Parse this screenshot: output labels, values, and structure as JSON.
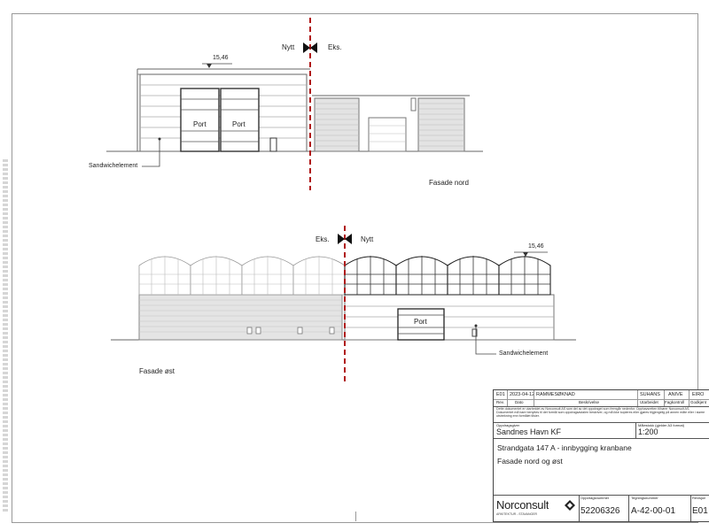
{
  "north": {
    "elevation": "15,46",
    "new_label": "Nytt",
    "existing_label": "Eks.",
    "port_labels": [
      "Port",
      "Port"
    ],
    "material_label": "Sandwichelement",
    "title": "Fasade nord"
  },
  "east": {
    "elevation": "15,46",
    "existing_label": "Eks.",
    "new_label": "Nytt",
    "port_label": "Port",
    "material_label": "Sandwichelement",
    "title": "Fasade øst"
  },
  "titleblock": {
    "rev_row": {
      "rev": "E01",
      "date": "2023-04-12",
      "description": "RAMMESØKNAD",
      "made_by": "SUHANS",
      "checked_by": "ANIVE",
      "approved_by": "EIRO"
    },
    "rev_headers": {
      "rev": "Rev.",
      "date": "Dato",
      "description": "Beskrivelse",
      "made_by": "Utarbeidet",
      "checked_by": "Fagkontroll",
      "approved_by": "Godkjent"
    },
    "disclaimer": "Dette dokumentet er utarbeidet av Norconsult AS som del av det oppdraget som fremgår nedenfor. Opphavsretten tilhører Norconsult AS. Dokumentet må bare benyttes til det formål som oppdragsavtalen beskriver, og må ikke kopieres eller gjøres tilgjengelig på annen måte eller i større utstrekning enn formålet tilsier.",
    "client_label": "Oppdragsgiver",
    "client": "Sandnes Havn KF",
    "scale_label": "Målestokk (gjelder A3 format)",
    "scale": "1:200",
    "project_title": "Strandgata 147 A - innbygging kranbane",
    "drawing_title": "Fasade nord og øst",
    "company": "Norconsult",
    "company_sub": "ARKITEKTUR - STAVANGER",
    "project_no_label": "Oppdragsnummer",
    "project_no": "52206326",
    "drawing_no_label": "Tegningsnummer",
    "drawing_no": "A-42-00-01",
    "revision_label": "Revisjon",
    "revision": "E01"
  },
  "colors": {
    "cut_line": "#b01818",
    "line": "#555555"
  },
  "icons": [
    "section-marker-icon",
    "norconsult-logo-icon"
  ]
}
